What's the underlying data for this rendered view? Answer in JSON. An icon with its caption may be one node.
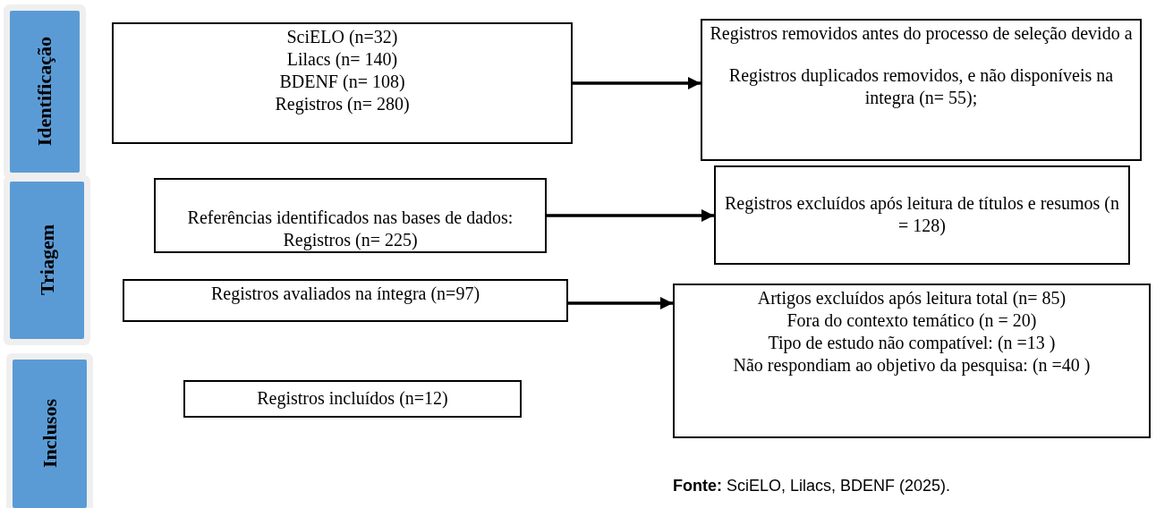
{
  "diagram": {
    "nodes": [
      {
        "text": [
          "Identificação"
        ]
      },
      {
        "text": [
          "Triagem"
        ]
      },
      {
        "text": [
          "Inclusos"
        ]
      },
      {
        "text": [
          "SciELO (n=32)",
          "Lilacs (n= 140)",
          "BDENF (n= 108)",
          "Registros (n= 280)"
        ]
      },
      {
        "text": [
          "Registros removidos antes do processo de seleção devido a",
          "Registros duplicados removidos, e não disponíveis na integra (n= 55);"
        ]
      },
      {
        "text": [
          "Referências identificados nas bases de dados: Registros (n= 225)"
        ]
      },
      {
        "text": [
          "Registros excluídos após leitura de títulos e resumos (n = 128)"
        ]
      },
      {
        "text": [
          "Registros avaliados na íntegra (n=97)"
        ]
      },
      {
        "text": [
          "Artigos excluídos após leitura total (n= 85)",
          "Fora do contexto temático (n = 20)",
          "Tipo de estudo não compatível: (n =13 )",
          "Não respondiam ao objetivo da pesquisa: (n =40 )"
        ]
      },
      {
        "text": [
          "Registros incluídos (n=12)"
        ]
      }
    ],
    "edges": [
      {
        "from": 3,
        "to": 4,
        "arrow": "to"
      },
      {
        "from": 5,
        "to": 6,
        "arrow": "to"
      },
      {
        "from": 7,
        "to": 8,
        "arrow": "to"
      }
    ],
    "labels": [
      "**Fonte:** SciELO, Lilacs, BDENF (2025)."
    ]
  }
}
